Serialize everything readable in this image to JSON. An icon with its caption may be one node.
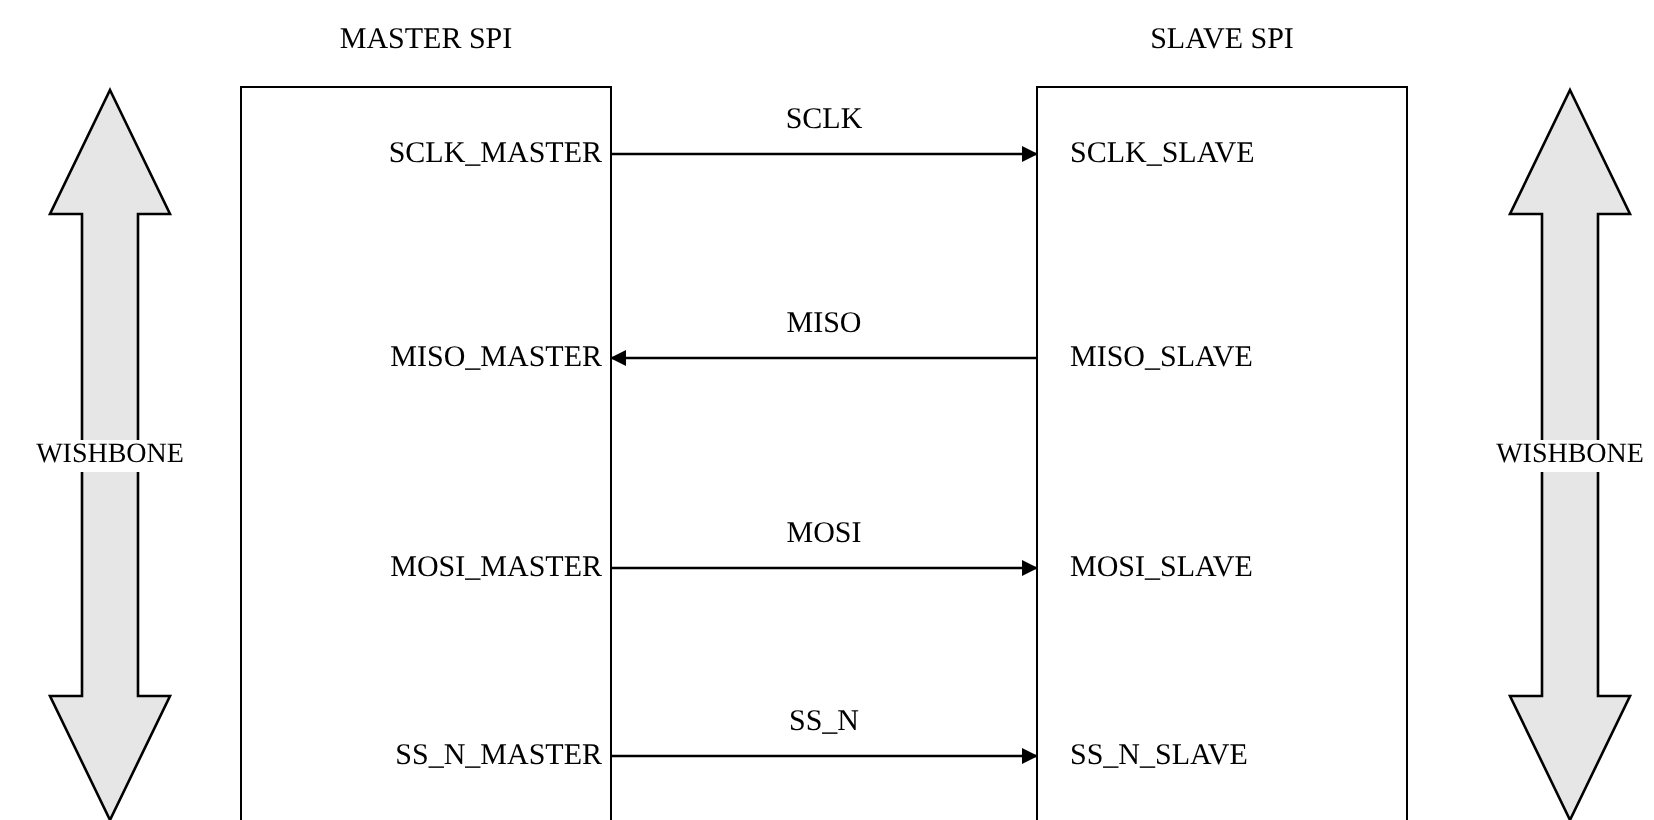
{
  "diagram": {
    "nodes": [
      {
        "text": [
          "MASTER SPI"
        ]
      },
      {
        "text": [
          "SCLK_MASTER"
        ],
        "in": 0
      },
      {
        "text": [
          "MISO_MASTER"
        ],
        "in": 0
      },
      {
        "text": [
          "MOSI_MASTER"
        ],
        "in": 0
      },
      {
        "text": [
          "SS_N_MASTER"
        ],
        "in": 0
      },
      {
        "text": [
          "SLAVE SPI"
        ]
      },
      {
        "text": [
          "SCLK_SLAVE"
        ],
        "in": 5
      },
      {
        "text": [
          "MISO_SLAVE"
        ],
        "in": 5
      },
      {
        "text": [
          "MOSI_SLAVE"
        ],
        "in": 5
      },
      {
        "text": [
          "SS_N_SLAVE"
        ],
        "in": 5
      },
      {
        "text": [
          "WISHBONE"
        ]
      },
      {
        "text": [
          "WISHBONE"
        ]
      }
    ],
    "edges": [
      {
        "from": 1,
        "to": 6,
        "arrow": "to",
        "label": "SCLK"
      },
      {
        "from": 7,
        "to": 2,
        "arrow": "to",
        "label": "MISO"
      },
      {
        "from": 3,
        "to": 8,
        "arrow": "to",
        "label": "MOSI"
      },
      {
        "from": 4,
        "to": 9,
        "arrow": "to",
        "label": "SS_N"
      }
    ]
  }
}
